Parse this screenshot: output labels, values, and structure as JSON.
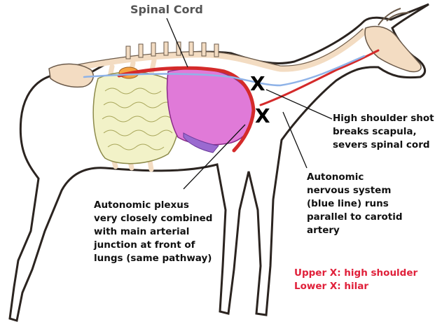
{
  "title": "Spinal Cord",
  "annotations": {
    "high_shoulder": [
      "High shoulder shot",
      "breaks scapula,",
      "severs spinal cord"
    ],
    "autonomic_system": [
      "Autonomic",
      "nervous system",
      "(blue line) runs",
      "parallel to carotid",
      "artery"
    ],
    "autonomic_plexus": [
      "Autonomic plexus",
      "very closely combined",
      "with main arterial",
      "junction at front of",
      "lungs (same pathway)"
    ]
  },
  "markers": {
    "upper": "X",
    "lower": "X"
  },
  "legend": [
    "Upper X: high shoulder",
    "Lower X: hilar"
  ],
  "colors": {
    "bone": "#f3dcc2",
    "outline": "#2b2420",
    "lungs": "#e07ad8",
    "intestines": "#f2f2c8",
    "artery": "#d42a2a",
    "nerve": "#8fb3e8",
    "legend_red": "#e0203a"
  }
}
